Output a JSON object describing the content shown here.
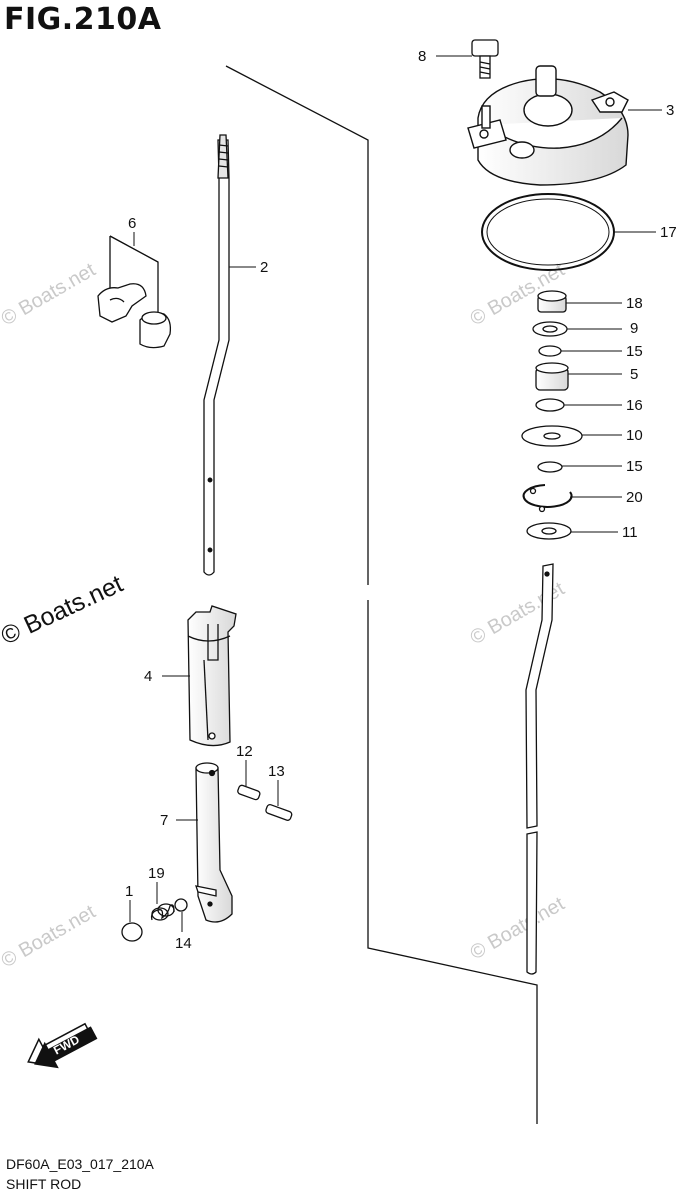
{
  "figure": {
    "title": "FIG.210A"
  },
  "footer": {
    "code": "DF60A_E03_017_210A",
    "name": "SHIFT ROD"
  },
  "watermark": {
    "text": "© Boats.net"
  },
  "fwd_label": "FWD",
  "callouts": [
    "8",
    "3",
    "17",
    "18",
    "9",
    "15",
    "5",
    "16",
    "10",
    "15",
    "20",
    "11",
    "6",
    "2",
    "4",
    "12",
    "13",
    "7",
    "19",
    "1",
    "14"
  ]
}
